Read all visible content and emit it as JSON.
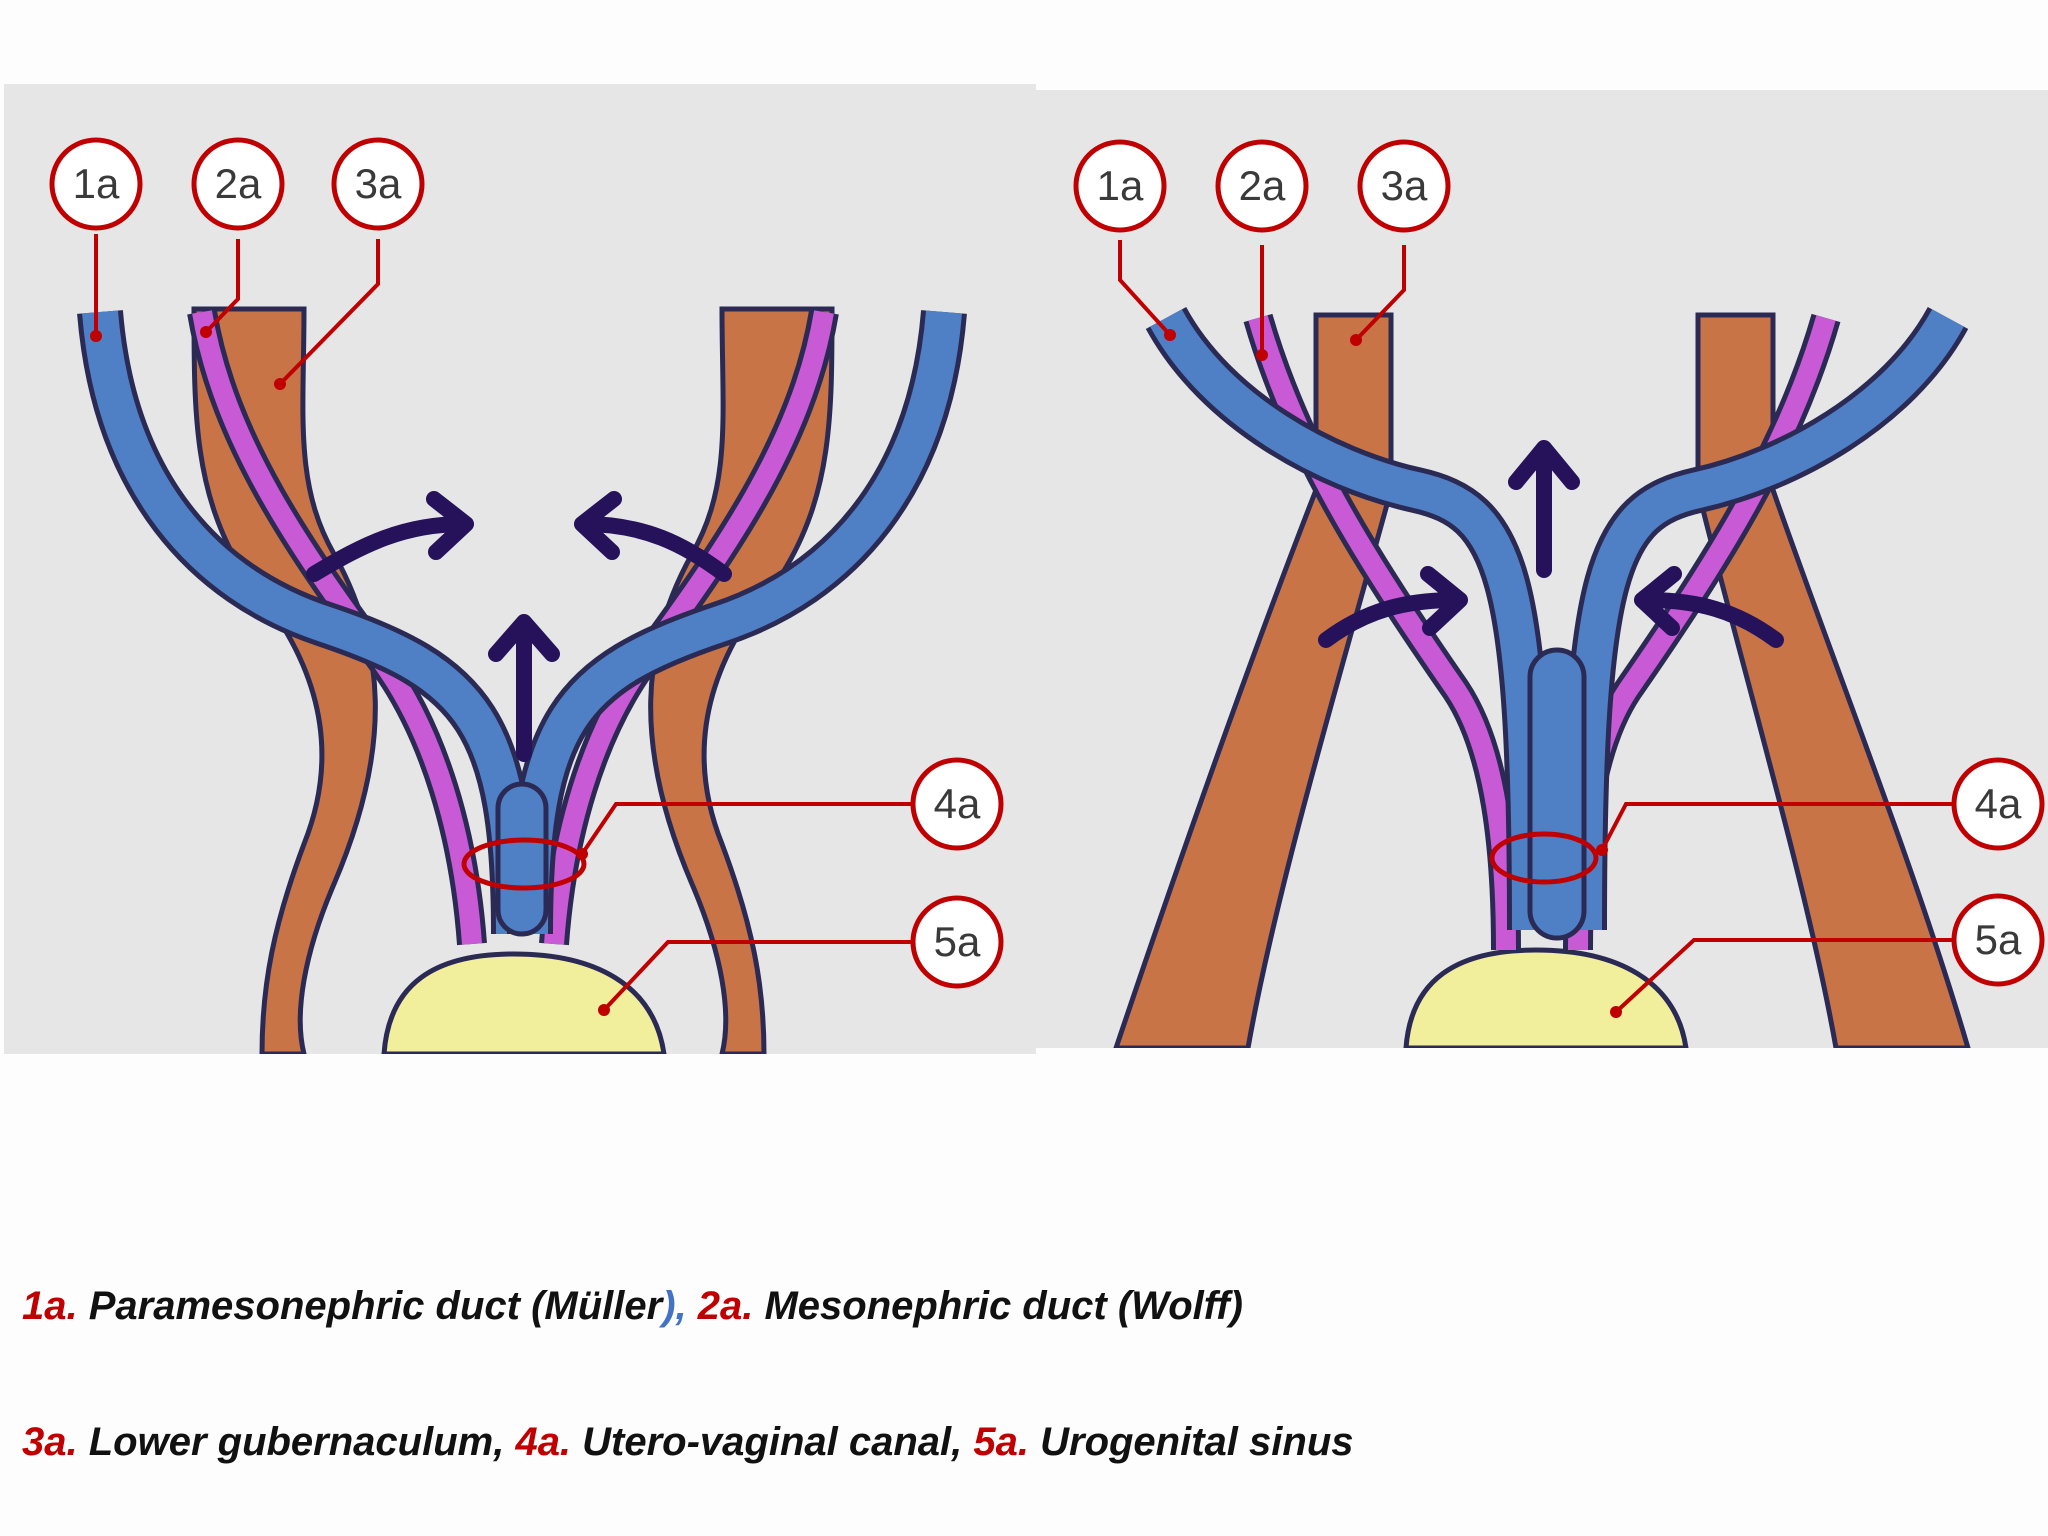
{
  "labels": {
    "l1": "1a",
    "l2": "2a",
    "l3": "3a",
    "l4": "4a",
    "l5": "5a"
  },
  "legend": {
    "line1": {
      "c1": "1a.",
      "t1": " Paramesonephric duct (Müller",
      "p1": "),",
      "c2": " 2a.",
      "t2": " Mesonephric duct (Wolff)"
    },
    "line2": {
      "c3": "3a.",
      "t3": " Lower gubernaculum,",
      "c4": " 4a.",
      "t4": " Utero-vaginal canal,",
      "c5": " 5a.",
      "t5": " Urogenital sinus"
    }
  },
  "colors": {
    "paramesonephric": "#4f80c6",
    "mesonephric": "#c95ad6",
    "gubernaculum": "#c97446",
    "sinus": "#f1ef9c",
    "outline": "#2a2a55",
    "label_red": "#c00000",
    "arrow": "#25125a",
    "panel_bg": "#e6e6e6"
  }
}
